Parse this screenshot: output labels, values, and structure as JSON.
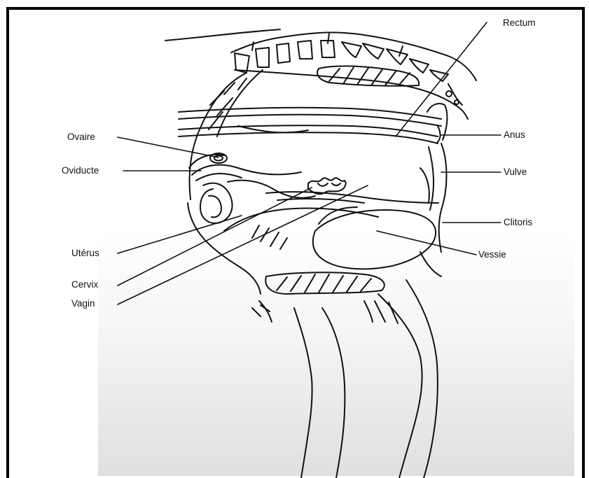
{
  "figure": {
    "labels": {
      "rectum": "Rectum",
      "ovaire": "Ovaire",
      "oviducte": "Oviducte",
      "uterus": "Utérus",
      "cervix": "Cervix",
      "vagin": "Vagin",
      "anus": "Anus",
      "vulve": "Vulve",
      "clitoris": "Clitoris",
      "vessie": "Vessie"
    }
  },
  "colors": {
    "ink": "#111111",
    "background": "#ffffff"
  }
}
